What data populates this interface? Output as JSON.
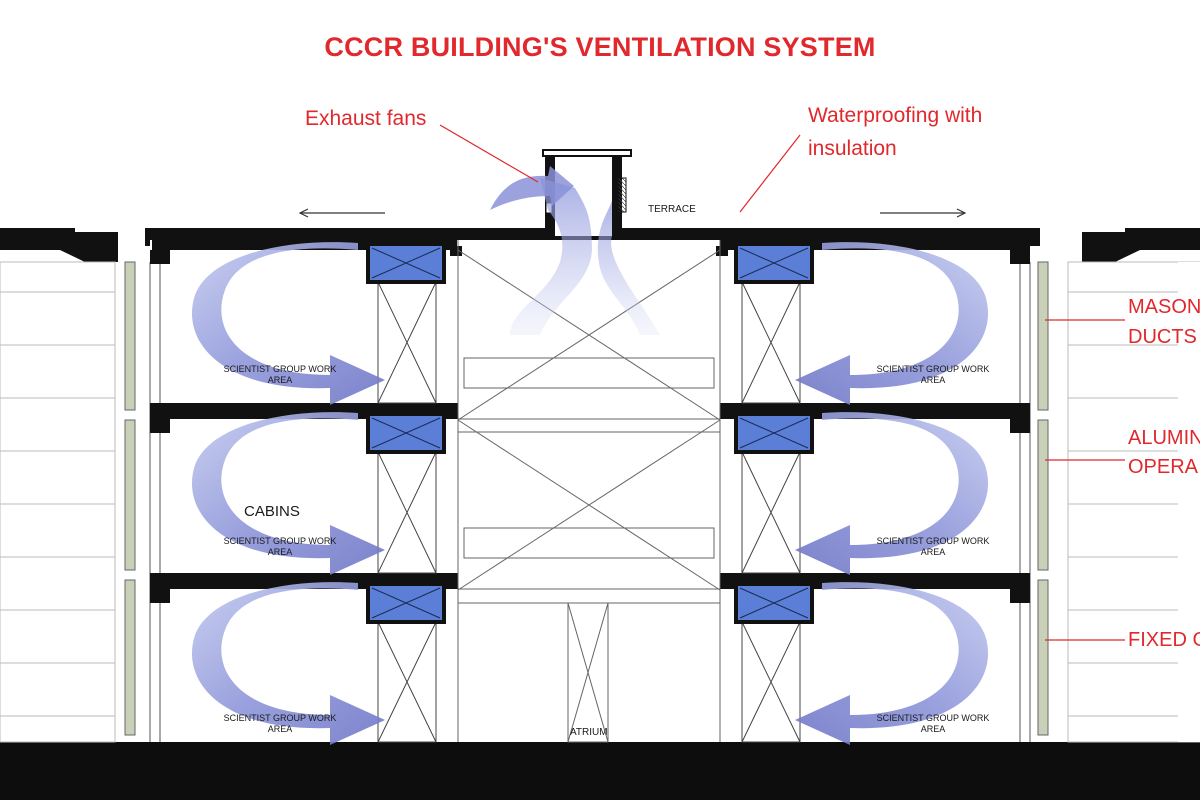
{
  "title": "CCCR BUILDING'S VENTILATION SYSTEM",
  "colors": {
    "title": "#e0282d",
    "callout": "#e0282d",
    "structure": "#111111",
    "airflow": "#7f86d2",
    "duct_box": "#5b7fd6",
    "column": "#c9d0b8"
  },
  "callouts": {
    "exhaust_fans": "Exhaust fans",
    "waterproofing_line1": "Waterproofing with",
    "waterproofing_line2": "insulation",
    "masonry_line1": "MASON",
    "masonry_line2": "DUCTS",
    "aluminium_line1": "ALUMIN",
    "aluminium_line2": "OPERA",
    "fixed": "FIXED G"
  },
  "labels": {
    "terrace": "TERRACE",
    "atrium": "ATRIUM",
    "cabins": "CABINS",
    "work_area_line1": "SCIENTIST GROUP WORK",
    "work_area_line2": "AREA"
  }
}
